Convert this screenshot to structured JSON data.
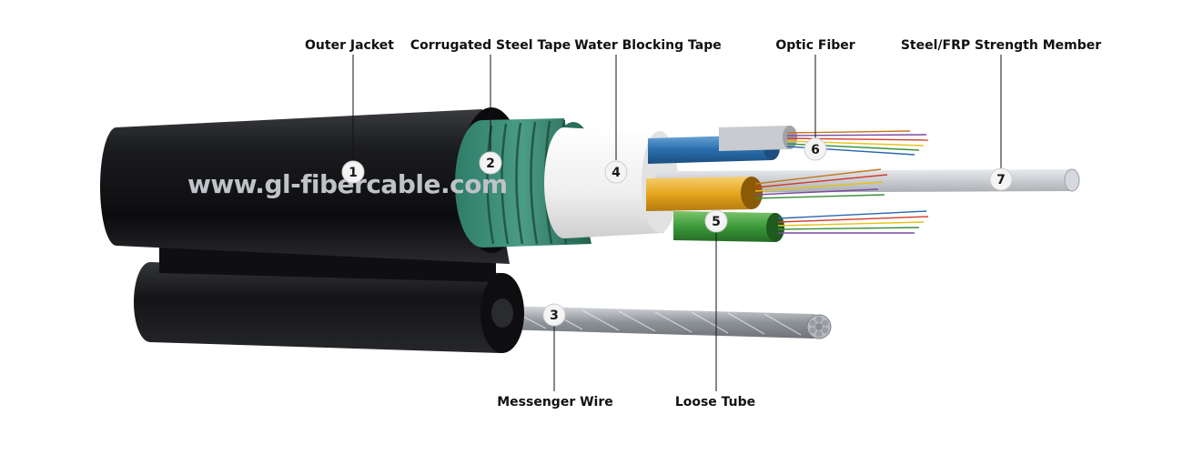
{
  "watermark": "www.gl-fibercable.com",
  "colors": {
    "jacket": "#141416",
    "steel_tape": "#2e7d68",
    "water_tape": "#f2f2f2",
    "tube_blue": "#2a6fb0",
    "tube_orange": "#e6a51c",
    "tube_green": "#3c9a3a",
    "member": "#cfd2d6",
    "wire": "#9ea3a8"
  },
  "labels": [
    {
      "id": "1",
      "text": "Outer Jacket"
    },
    {
      "id": "2",
      "text": "Corrugated Steel Tape"
    },
    {
      "id": "3",
      "text": "Messenger Wire"
    },
    {
      "id": "4",
      "text": "Water Blocking Tape"
    },
    {
      "id": "5",
      "text": "Loose Tube"
    },
    {
      "id": "6",
      "text": "Optic Fiber"
    },
    {
      "id": "7",
      "text": "Steel/FRP Strength Member"
    }
  ]
}
